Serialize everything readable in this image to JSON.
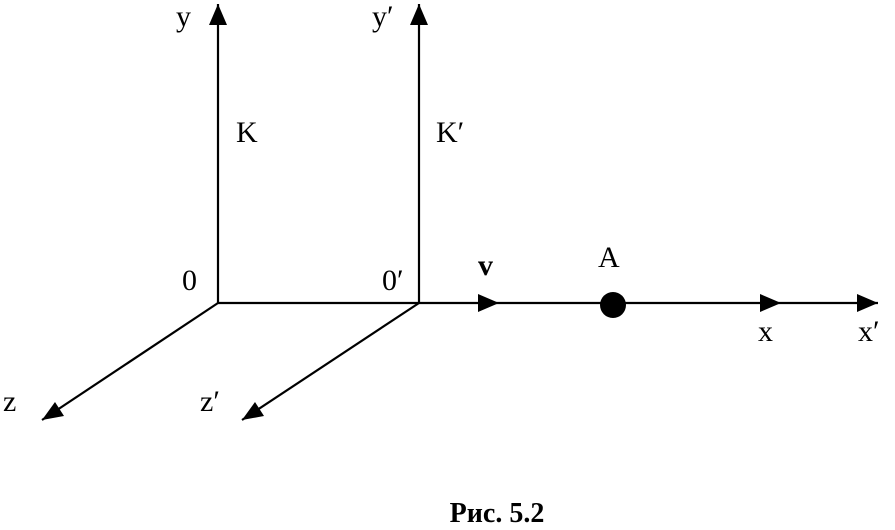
{
  "labels": {
    "y": "y",
    "y_prime": "y′",
    "K": "K",
    "K_prime": "K′",
    "origin": "0",
    "origin_prime": "0′",
    "velocity": "v",
    "point_A": "A",
    "x": "x",
    "x_prime": "x′",
    "z": "z",
    "z_prime": "z′"
  },
  "caption": "Рис. 5.2"
}
